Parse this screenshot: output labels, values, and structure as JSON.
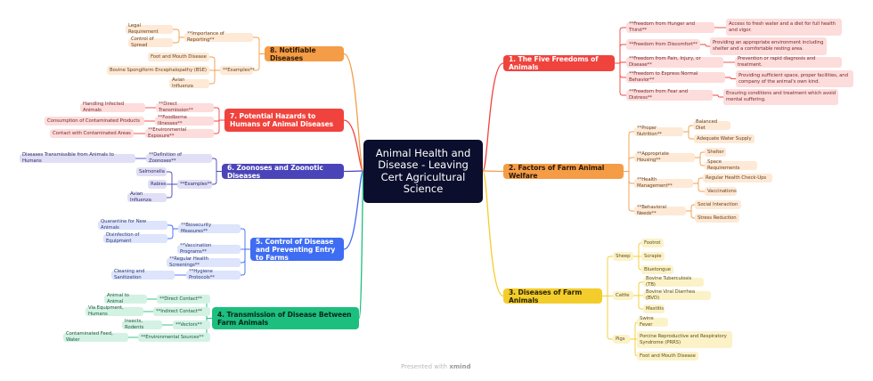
{
  "center": {
    "title": "Animal Health and Disease - Leaving Cert Agricultural Science"
  },
  "footer": {
    "prefix": "Presented with",
    "brand": "xmind"
  },
  "branches": [
    {
      "label": "1. The Five Freedoms of Animals",
      "color": "#f0433d",
      "light": "#fddcdc",
      "text": "#7a2b2b",
      "mainText": "#ffffff",
      "children": [
        {
          "label": "**Freedom from Hunger and Thirst**",
          "children": [
            {
              "label": "Access to fresh water and a diet for full health and vigor."
            }
          ]
        },
        {
          "label": "**Freedom from Discomfort**",
          "children": [
            {
              "label": "Providing an appropriate environment including shelter and a comfortable resting area."
            }
          ]
        },
        {
          "label": "**Freedom from Pain, Injury, or Disease**",
          "children": [
            {
              "label": "Prevention or rapid diagnosis and treatment."
            }
          ]
        },
        {
          "label": "**Freedom to Express Normal Behavior**",
          "children": [
            {
              "label": "Providing sufficient space, proper facilities, and company of the animal's own kind."
            }
          ]
        },
        {
          "label": "**Freedom from Fear and Distress**",
          "children": [
            {
              "label": "Ensuring conditions and treatment which avoid mental suffering."
            }
          ]
        }
      ]
    },
    {
      "label": "2. Factors of Farm Animal Welfare",
      "color": "#f59c46",
      "light": "#fde9d6",
      "text": "#6b4420",
      "mainText": "#2a1a08",
      "children": [
        {
          "label": "**Proper Nutrition**",
          "children": [
            {
              "label": "Balanced Diet"
            },
            {
              "label": "Adequate Water Supply"
            }
          ]
        },
        {
          "label": "**Appropriate Housing**",
          "children": [
            {
              "label": "Shelter"
            },
            {
              "label": "Space Requirements"
            }
          ]
        },
        {
          "label": "**Health Management**",
          "children": [
            {
              "label": "Regular Health Check-Ups"
            },
            {
              "label": "Vaccinations"
            }
          ]
        },
        {
          "label": "**Behavioral Needs**",
          "children": [
            {
              "label": "Social Interaction"
            },
            {
              "label": "Stress Reduction"
            }
          ]
        }
      ]
    },
    {
      "label": "3. Diseases of Farm Animals",
      "color": "#f3cd2b",
      "light": "#fcf2c8",
      "text": "#5e5120",
      "mainText": "#2a2308",
      "children": [
        {
          "label": "Sheep",
          "children": [
            {
              "label": "Footrot"
            },
            {
              "label": "Scrapie"
            },
            {
              "label": "Bluetongue"
            }
          ]
        },
        {
          "label": "Cattle",
          "children": [
            {
              "label": "Bovine Tuberculosis (TB)"
            },
            {
              "label": "Bovine Viral Diarrhea (BVD)"
            },
            {
              "label": "Mastitis"
            }
          ]
        },
        {
          "label": "Pigs",
          "children": [
            {
              "label": "Swine Fever"
            },
            {
              "label": "Porcine Reproductive and Respiratory Syndrome (PRRS)"
            },
            {
              "label": "Foot and Mouth Disease"
            }
          ]
        }
      ]
    },
    {
      "label": "4. Transmission of Disease Between Farm Animals",
      "color": "#1dbf7f",
      "light": "#d3f2e4",
      "text": "#1f5a40",
      "mainText": "#08251a",
      "children": [
        {
          "label": "**Direct Contact**",
          "children": [
            {
              "label": "Animal to Animal"
            }
          ]
        },
        {
          "label": "**Indirect Contact**",
          "children": [
            {
              "label": "Via Equipment, Humans"
            }
          ]
        },
        {
          "label": "**Vectors**",
          "children": [
            {
              "label": "Insects, Rodents"
            }
          ]
        },
        {
          "label": "**Environmental Sources**",
          "children": [
            {
              "label": "Contaminated Feed, Water"
            }
          ]
        }
      ]
    },
    {
      "label": "5. Control of Disease and Preventing Entry to Farms",
      "color": "#3e6cf2",
      "light": "#dde4fb",
      "text": "#2b3a7a",
      "mainText": "#ffffff",
      "children": [
        {
          "label": "**Biosecurity Measures**",
          "children": [
            {
              "label": "Quarantine for New Animals"
            },
            {
              "label": "Disinfection of Equipment"
            }
          ]
        },
        {
          "label": "**Vaccination Programs**",
          "children": []
        },
        {
          "label": "**Regular Health Screenings**",
          "children": []
        },
        {
          "label": "**Hygiene Protocols**",
          "children": [
            {
              "label": "Cleaning and Sanitization"
            }
          ]
        }
      ]
    },
    {
      "label": "6. Zoonoses and Zoonotic Diseases",
      "color": "#4a44b9",
      "light": "#e0dff5",
      "text": "#2f2c6a",
      "mainText": "#ffffff",
      "children": [
        {
          "label": "**Definition of Zoonoses**",
          "children": [
            {
              "label": "Diseases Transmissible from Animals to Humans"
            }
          ]
        },
        {
          "label": "**Examples**",
          "children": [
            {
              "label": "Salmonella"
            },
            {
              "label": "Rabies"
            },
            {
              "label": "Avian Influenza"
            }
          ]
        }
      ]
    },
    {
      "label": "7. Potential Hazards to Humans of Animal Diseases",
      "color": "#f0433d",
      "light": "#fddcdc",
      "text": "#7a2b2b",
      "mainText": "#ffffff",
      "children": [
        {
          "label": "**Direct Transmission**",
          "children": [
            {
              "label": "Handling Infected Animals"
            }
          ]
        },
        {
          "label": "**Foodborne Illnesses**",
          "children": [
            {
              "label": "Consumption of Contaminated Products"
            }
          ]
        },
        {
          "label": "**Environmental Exposure**",
          "children": [
            {
              "label": "Contact with Contaminated Areas"
            }
          ]
        }
      ]
    },
    {
      "label": "8. Notifiable Diseases",
      "color": "#f59c46",
      "light": "#fde9d6",
      "text": "#6b4420",
      "mainText": "#2a1a08",
      "children": [
        {
          "label": "**Importance of Reporting**",
          "children": [
            {
              "label": "Legal Requirement"
            },
            {
              "label": "Control of Spread"
            }
          ]
        },
        {
          "label": "**Examples**",
          "children": [
            {
              "label": "Foot and Mouth Disease"
            },
            {
              "label": "Bovine Spongiform Encephalopathy (BSE)"
            },
            {
              "label": "Avian Influenza"
            }
          ]
        }
      ]
    }
  ]
}
